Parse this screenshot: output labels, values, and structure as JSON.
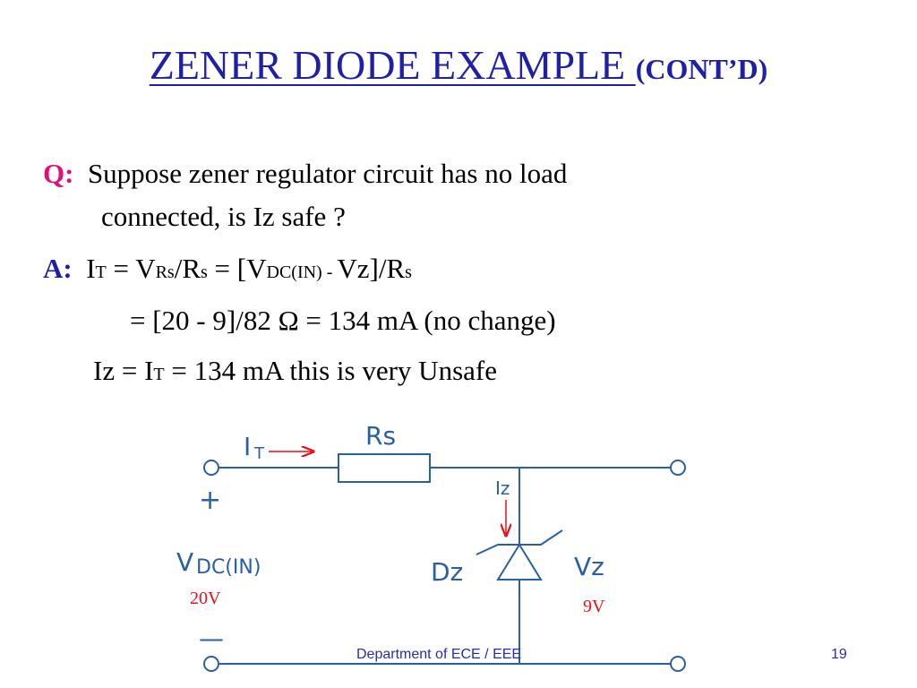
{
  "title": {
    "main": "ZENER DIODE EXAMPLE ",
    "sub": "(CONT’D)"
  },
  "question": {
    "label": "Q:",
    "line1": "Suppose zener regulator circuit has no load",
    "line2": "connected, is Iz safe ?"
  },
  "answer": {
    "label": "A:",
    "eq1": {
      "i": "I",
      "t": "T",
      "eq_v": " = V",
      "rs_sub": "Rs",
      "slash_r": "/R",
      "s_sub": "s",
      "eq_bracket_v": " = [V",
      "dcin_sub": "DC(IN) - ",
      "vz_close": "Vz]/R",
      "s_sub2": "s"
    },
    "eq2": "= [20 - 9]/82 Ω  = 134 mA  (no change)",
    "eq3": {
      "iz_eq": "Iz = I",
      "t": "T",
      "rest": " = 134 mA  this is very Unsafe"
    }
  },
  "circuit": {
    "it_label": "I",
    "it_sub": "T",
    "rs_label": "Rs",
    "iz_label": "Iz",
    "dz_label": "Dz",
    "vz_label": "Vz",
    "plus": "+",
    "minus": "—",
    "vdc_label": "V",
    "vdc_sub": "DC(IN)",
    "vdc_value": "20V",
    "vz_value": "9V"
  },
  "colors": {
    "title": "#1f1fa8",
    "q_label": "#e0107a",
    "circuit": "#2a5fa8",
    "values": "#e8101a"
  },
  "footer": {
    "department": "Department of ECE / EEE",
    "page": "19"
  }
}
